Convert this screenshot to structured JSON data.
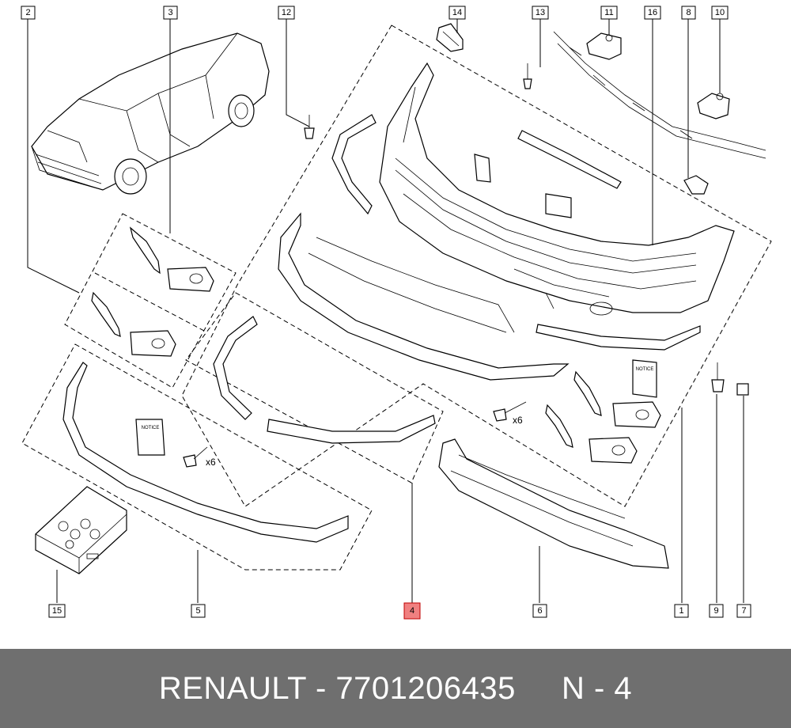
{
  "diagram": {
    "callouts": [
      {
        "id": "2",
        "label": "2",
        "highlight": false
      },
      {
        "id": "3",
        "label": "3",
        "highlight": false
      },
      {
        "id": "12",
        "label": "12",
        "highlight": false
      },
      {
        "id": "14",
        "label": "14",
        "highlight": false
      },
      {
        "id": "13",
        "label": "13",
        "highlight": false
      },
      {
        "id": "11",
        "label": "11",
        "highlight": false
      },
      {
        "id": "16",
        "label": "16",
        "highlight": false
      },
      {
        "id": "8",
        "label": "8",
        "highlight": false
      },
      {
        "id": "10",
        "label": "10",
        "highlight": false
      },
      {
        "id": "15",
        "label": "15",
        "highlight": false
      },
      {
        "id": "5",
        "label": "5",
        "highlight": false
      },
      {
        "id": "4",
        "label": "4",
        "highlight": true
      },
      {
        "id": "6",
        "label": "6",
        "highlight": false
      },
      {
        "id": "1",
        "label": "1",
        "highlight": false
      },
      {
        "id": "9",
        "label": "9",
        "highlight": false
      },
      {
        "id": "7",
        "label": "7",
        "highlight": false
      }
    ],
    "quantity_labels": [
      "x6",
      "x6"
    ],
    "notice_labels": [
      "NOTICE",
      "NOTICE"
    ]
  },
  "footer": {
    "text": "RENAULT - 7701206435     N - 4"
  },
  "colors": {
    "footer_bg": "#6f6f6f",
    "highlight": "#f08080"
  }
}
